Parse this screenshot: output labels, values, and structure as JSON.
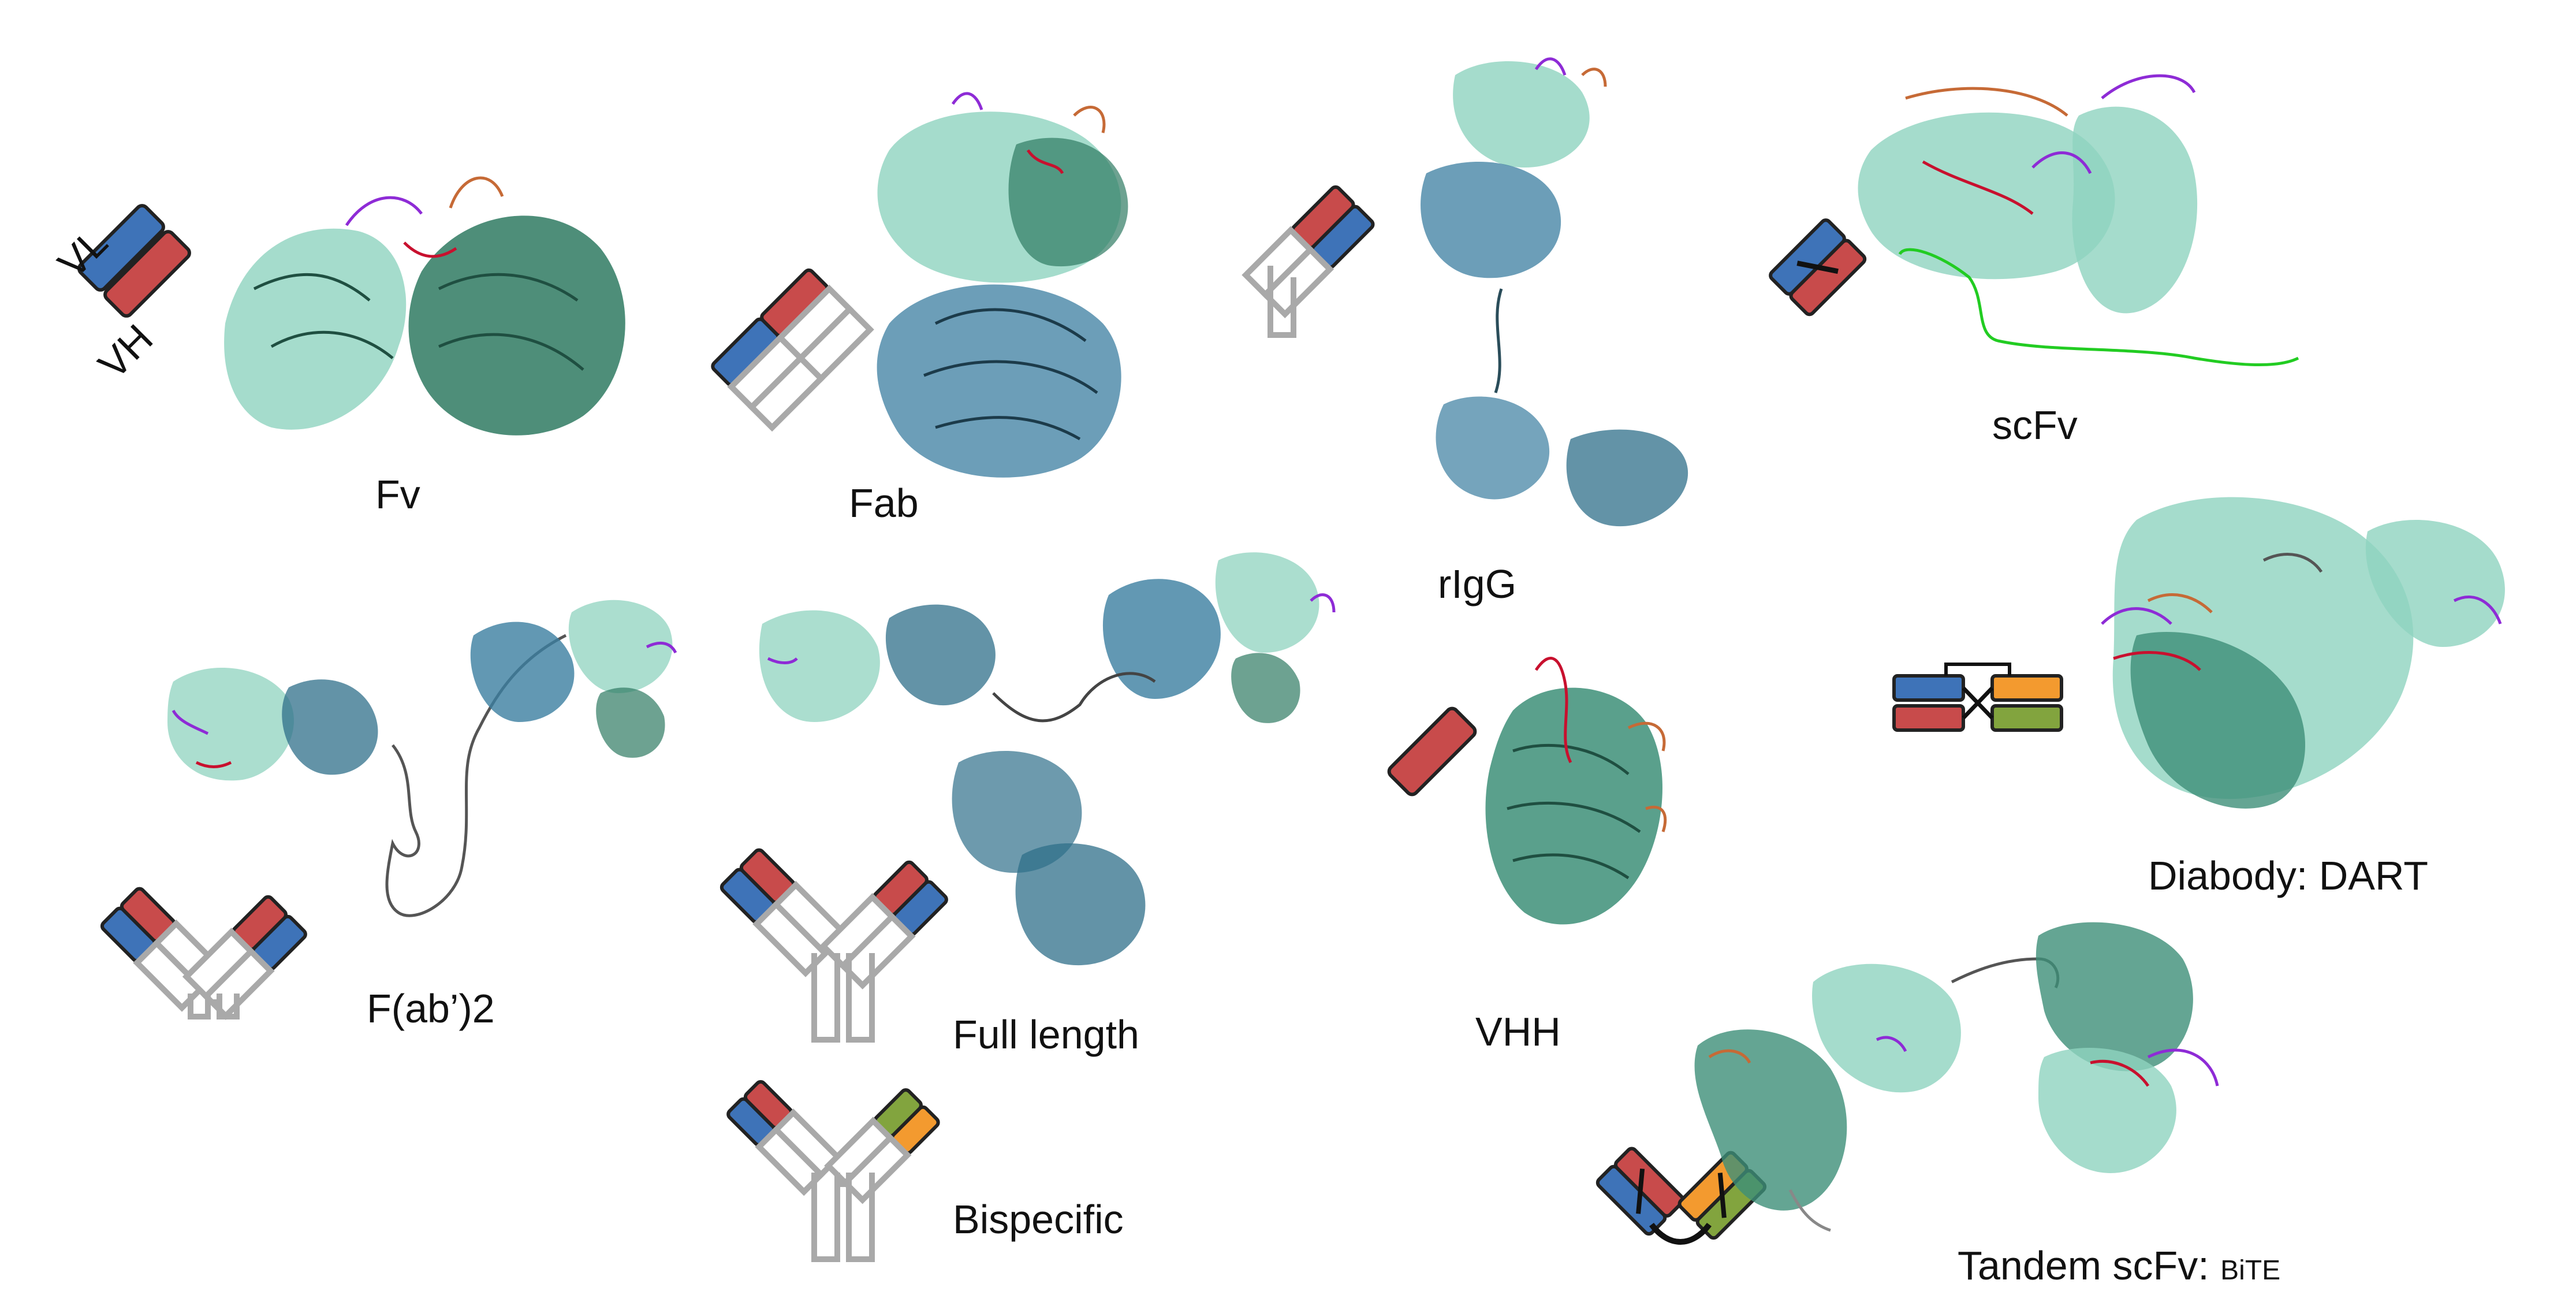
{
  "colors": {
    "vl_blue": "#3e73b8",
    "vh_red": "#c84b4b",
    "domain_green": "#82a43e",
    "domain_orange": "#f39a2f",
    "constant_gray": "#a9a9a9",
    "ribbon_light": "#8fd3bf",
    "ribbon_mid": "#3d8f78",
    "ribbon_dark": "#235a4a",
    "ribbon_blue": "#3b7ea0",
    "cdr_purple": "#8e2bd6",
    "cdr_red": "#c8102e",
    "cdr_orange": "#c66a36",
    "linker_green": "#22cc22"
  },
  "labels": {
    "vl": "VL",
    "vh": "VH",
    "fv": "Fv",
    "fab": "Fab",
    "rigg": "rIgG",
    "scfv": "scFv",
    "fab2": "F(ab’)2",
    "full_length": "Full length",
    "vhh": "VHH",
    "bispecific": "Bispecific",
    "diabody": "Diabody: DART",
    "tandem": "Tandem scFv: ",
    "bite": "BiTE"
  }
}
